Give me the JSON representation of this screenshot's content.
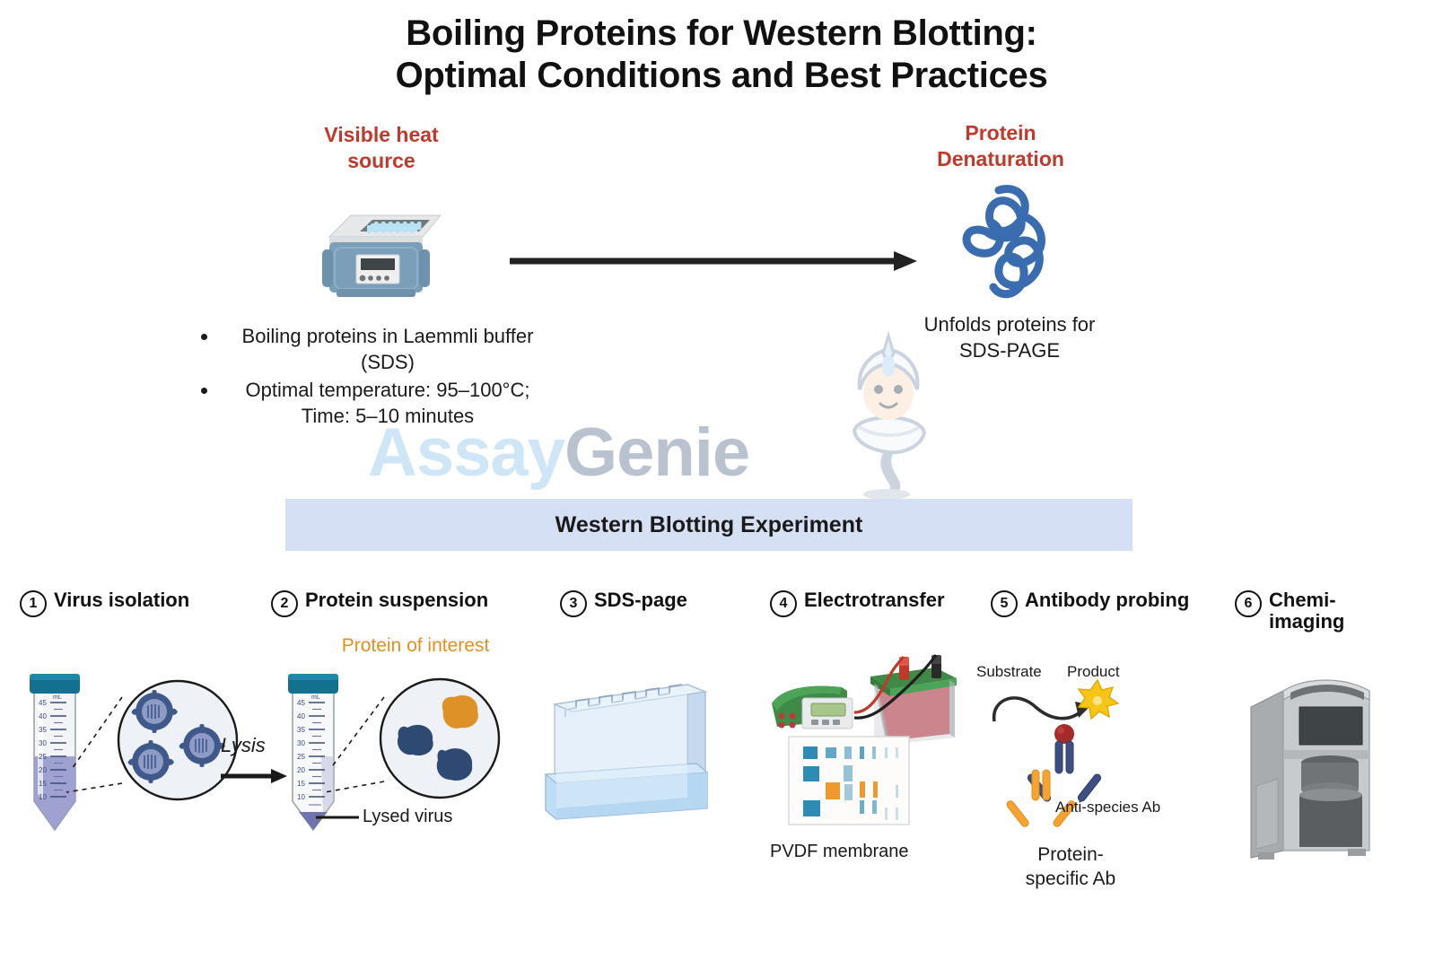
{
  "title": {
    "line1": "Boiling Proteins for Western Blotting:",
    "line2": "Optimal Conditions and Best Practices"
  },
  "colors": {
    "accent_red": "#c0392b",
    "accent_orange": "#e0901e",
    "banner_bg": "#d6e0f5",
    "protein_blue": "#3a6db0",
    "device_blue": "#7b9fb8",
    "tube_cap": "#13718f",
    "tube_liquid": "#9a9ccd",
    "antibody_blue": "#3d4f82",
    "antibody_orange": "#f5a431",
    "enzyme_red": "#a52a2a",
    "star_yellow": "#f7c518",
    "membrane_band_blue": "#2e8bb5",
    "membrane_band_orange": "#f0992e"
  },
  "heat_section": {
    "heading_line1": "Visible heat",
    "heading_line2": "source",
    "icon": "heat-block-icon",
    "bullets": [
      "Boiling proteins in Laemmli buffer (SDS)",
      " Optimal temperature: 95–100°C; Time: 5–10 minutes"
    ]
  },
  "denaturation_section": {
    "heading_line1": "Protein",
    "heading_line2": "Denaturation",
    "icon": "unfolded-protein-icon",
    "caption_line1": "Unfolds proteins for",
    "caption_line2": "SDS-PAGE"
  },
  "watermark": {
    "text_part1": "Assay",
    "text_part2": "Genie",
    "figure": "genie-mascot"
  },
  "banner": {
    "label": "Western Blotting Experiment"
  },
  "steps": [
    {
      "number": "1",
      "title": "Virus isolation",
      "icon": "conical-tube-with-virus-icon",
      "tube_graduations": [
        "45",
        "40",
        "35",
        "30",
        "25",
        "20",
        "15",
        "10"
      ],
      "tube_unit": "mL"
    },
    {
      "number": "2",
      "title": "Protein suspension",
      "icon": "conical-tube-with-proteins-icon",
      "top_label": "Protein of interest",
      "bottom_label": "Lysed virus",
      "tube_graduations": [
        "45",
        "40",
        "35",
        "30",
        "25",
        "20",
        "15",
        "10"
      ],
      "tube_unit": "mL"
    },
    {
      "number": "3",
      "title": "SDS-page",
      "icon": "gel-cassette-icon"
    },
    {
      "number": "4",
      "title": "Electrotransfer",
      "icon": "power-supply-and-transfer-tank-icon",
      "caption": "PVDF membrane"
    },
    {
      "number": "5",
      "title": "Antibody probing",
      "icon": "antibody-sandwich-icon",
      "substrate_label": "Substrate",
      "product_label": "Product",
      "secondary_ab_label": "Anti-species Ab",
      "primary_ab_label_line1": "Protein-",
      "primary_ab_label_line2": "specific Ab"
    },
    {
      "number": "6",
      "title_line1": "Chemi-",
      "title_line2": "imaging",
      "icon": "chemiluminescence-imager-icon"
    }
  ],
  "transition": {
    "lysis_label": "Lysis"
  }
}
